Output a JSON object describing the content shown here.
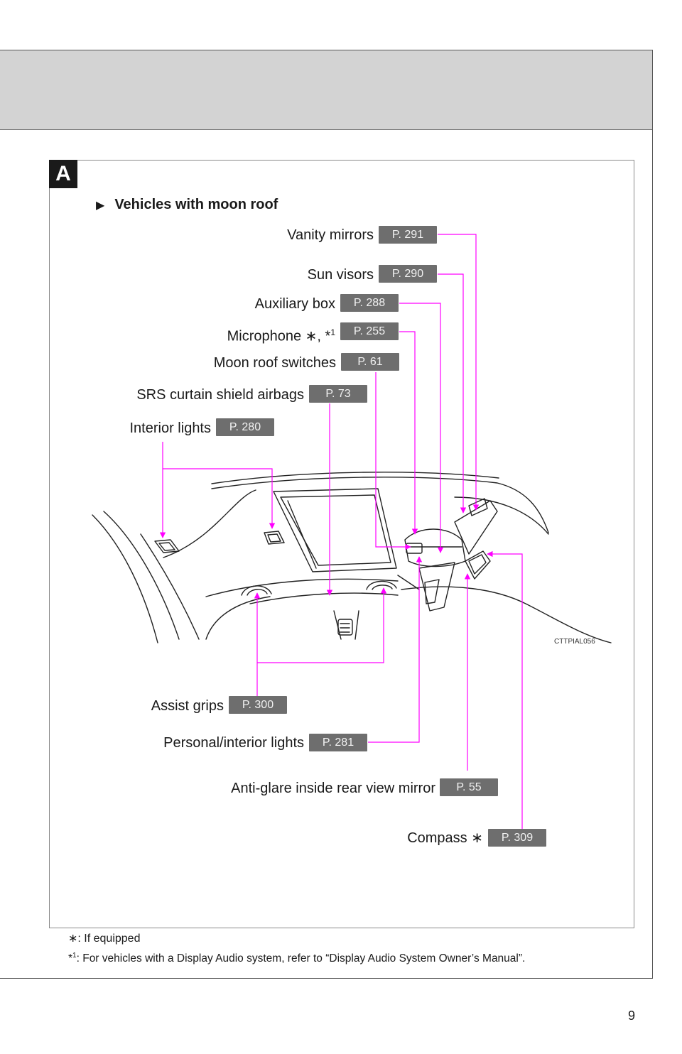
{
  "section_tab": "A",
  "vehicle_heading": "Vehicles with moon roof",
  "callouts": [
    {
      "id": "vanity-mirrors",
      "label": "Vanity mirrors",
      "page": "P. 291"
    },
    {
      "id": "sun-visors",
      "label": "Sun visors",
      "page": "P. 290"
    },
    {
      "id": "auxiliary-box",
      "label": "Auxiliary box",
      "page": "P. 288"
    },
    {
      "id": "microphone",
      "label": "Microphone ∗, *",
      "label_sup": "1",
      "page": "P. 255"
    },
    {
      "id": "moon-roof-switches",
      "label": "Moon roof switches",
      "page": "P. 61"
    },
    {
      "id": "srs-curtain-shield-airbags",
      "label": "SRS curtain shield airbags",
      "page": "P. 73"
    },
    {
      "id": "interior-lights",
      "label": "Interior lights",
      "page": "P. 280"
    },
    {
      "id": "assist-grips",
      "label": "Assist grips",
      "page": "P. 300"
    },
    {
      "id": "personal-interior-lights",
      "label": "Personal/interior lights",
      "page": "P. 281"
    },
    {
      "id": "anti-glare-mirror",
      "label": "Anti-glare inside rear view mirror",
      "page": "P. 55"
    },
    {
      "id": "compass",
      "label": "Compass ∗",
      "page": "P. 309"
    }
  ],
  "illustration_code": "CTTPIAL056",
  "footnotes": {
    "equipped_symbol": "∗",
    "equipped_text": ": If equipped",
    "note1_prefix": "*",
    "note1_sup": "1",
    "note1_text": ": For vehicles with a Display Audio system, refer to “Display Audio System Owner’s Manual”."
  },
  "page_number": "9",
  "colors": {
    "leader_line": "#ff00ff",
    "badge_bg": "#6e6e6e",
    "header_band": "#d3d3d3"
  }
}
